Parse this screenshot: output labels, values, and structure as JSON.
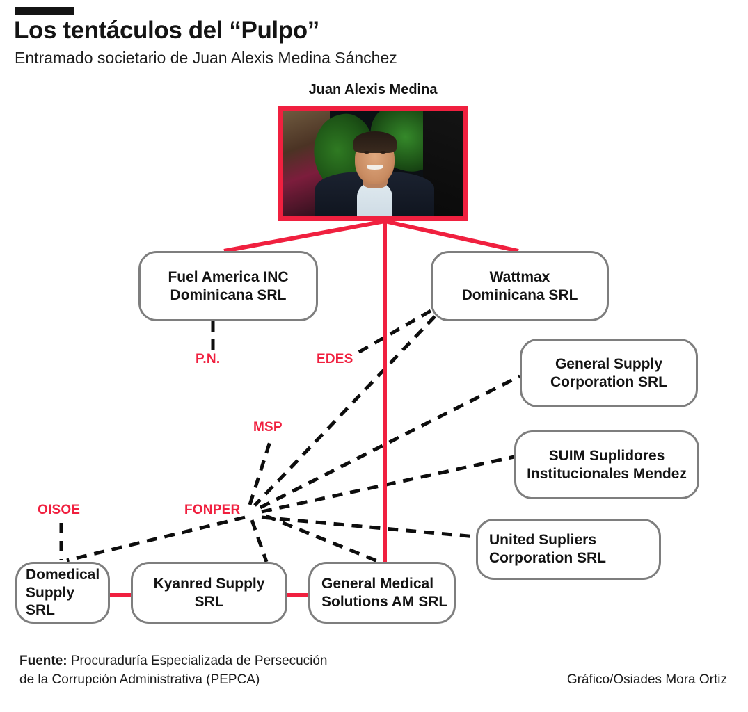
{
  "header": {
    "title": "Los tentáculos del “Pulpo”",
    "subtitle": "Entramado societario de Juan Alexis Medina Sánchez"
  },
  "center": {
    "caption": "Juan Alexis Medina",
    "photo_alt": "Retrato de Juan Alexis Medina"
  },
  "nodes": [
    {
      "id": "fuel-america",
      "label": "Fuel America INC\nDominicana SRL"
    },
    {
      "id": "wattmax",
      "label": "Wattmax\nDominicana SRL"
    },
    {
      "id": "general-supply",
      "label": "General Supply\nCorporation SRL"
    },
    {
      "id": "suim",
      "label": "SUIM Suplidores\nInstitucionales Mendez"
    },
    {
      "id": "united-supliers",
      "label": "United Supliers\nCorporation SRL"
    },
    {
      "id": "domedical",
      "label": "Domedical\nSupply SRL"
    },
    {
      "id": "kyanred",
      "label": "Kyanred Supply SRL"
    },
    {
      "id": "general-medical",
      "label": "General Medical\nSolutions AM SRL"
    }
  ],
  "institutions": [
    {
      "id": "pn",
      "label": "P.N."
    },
    {
      "id": "edes",
      "label": "EDES"
    },
    {
      "id": "msp",
      "label": "MSP"
    },
    {
      "id": "oisoe",
      "label": "OISOE"
    },
    {
      "id": "fonper",
      "label": "FONPER"
    }
  ],
  "footer": {
    "source_label": "Fuente:",
    "source_line1": " Procuraduría Especializada de Persecución",
    "source_line2": "de la Corrupción Administrativa (PEPCA)",
    "credit": "Gráfico/Osiades Mora Ortiz"
  },
  "colors": {
    "accent_red": "#f0203f",
    "node_border": "#7e7e7e",
    "text": "#141414",
    "background": "#ffffff"
  }
}
